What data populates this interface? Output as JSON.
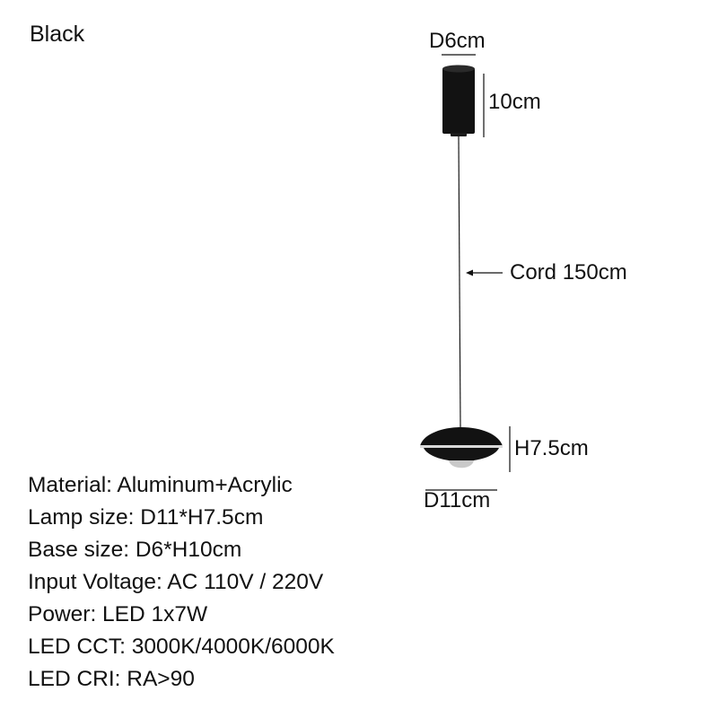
{
  "color_label": "Black",
  "dimensions": {
    "base_diameter": "D6cm",
    "base_height": "10cm",
    "cord_length": "Cord 150cm",
    "lamp_height": "H7.5cm",
    "lamp_diameter": "D11cm"
  },
  "specs": [
    "Material: Aluminum+Acrylic",
    "Lamp size:  D11*H7.5cm",
    "Base size: D6*H10cm",
    "Input Voltage: AC 110V / 220V",
    "Power: LED 1x7W",
    "LED CCT: 3000K/4000K/6000K",
    "LED CRI: RA>90"
  ],
  "colors": {
    "lamp_body": "#111111",
    "accent_ring": "#d9d9d9",
    "text": "#111111"
  }
}
